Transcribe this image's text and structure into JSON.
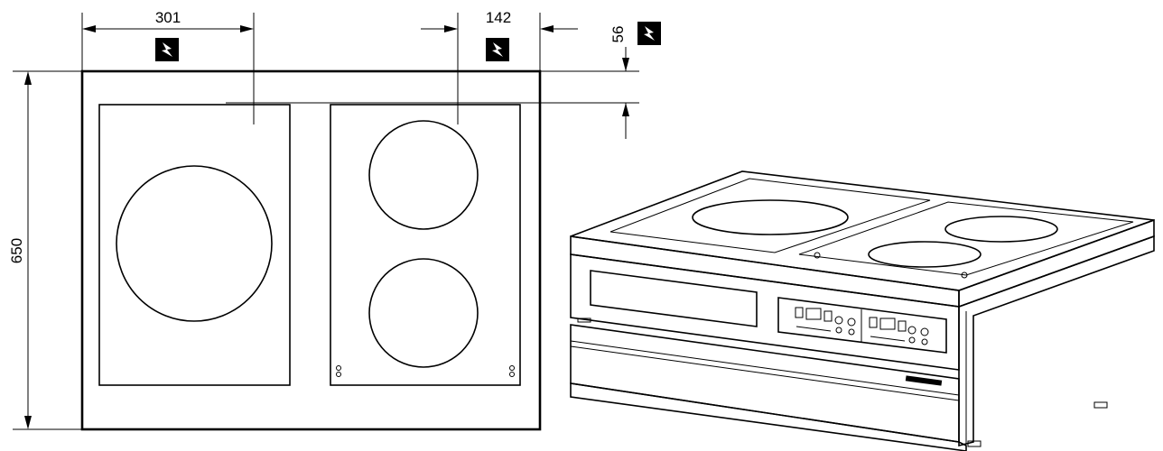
{
  "dimensions": {
    "left_zone_width": "301",
    "right_zone_width": "142",
    "front_offset": "56",
    "overall_depth": "650"
  },
  "icons": {
    "electric_symbol": "lightning-bolt-icon"
  },
  "colors": {
    "line": "#000000",
    "background": "#ffffff",
    "icon_fill": "#000000",
    "icon_glyph": "#ffffff"
  }
}
